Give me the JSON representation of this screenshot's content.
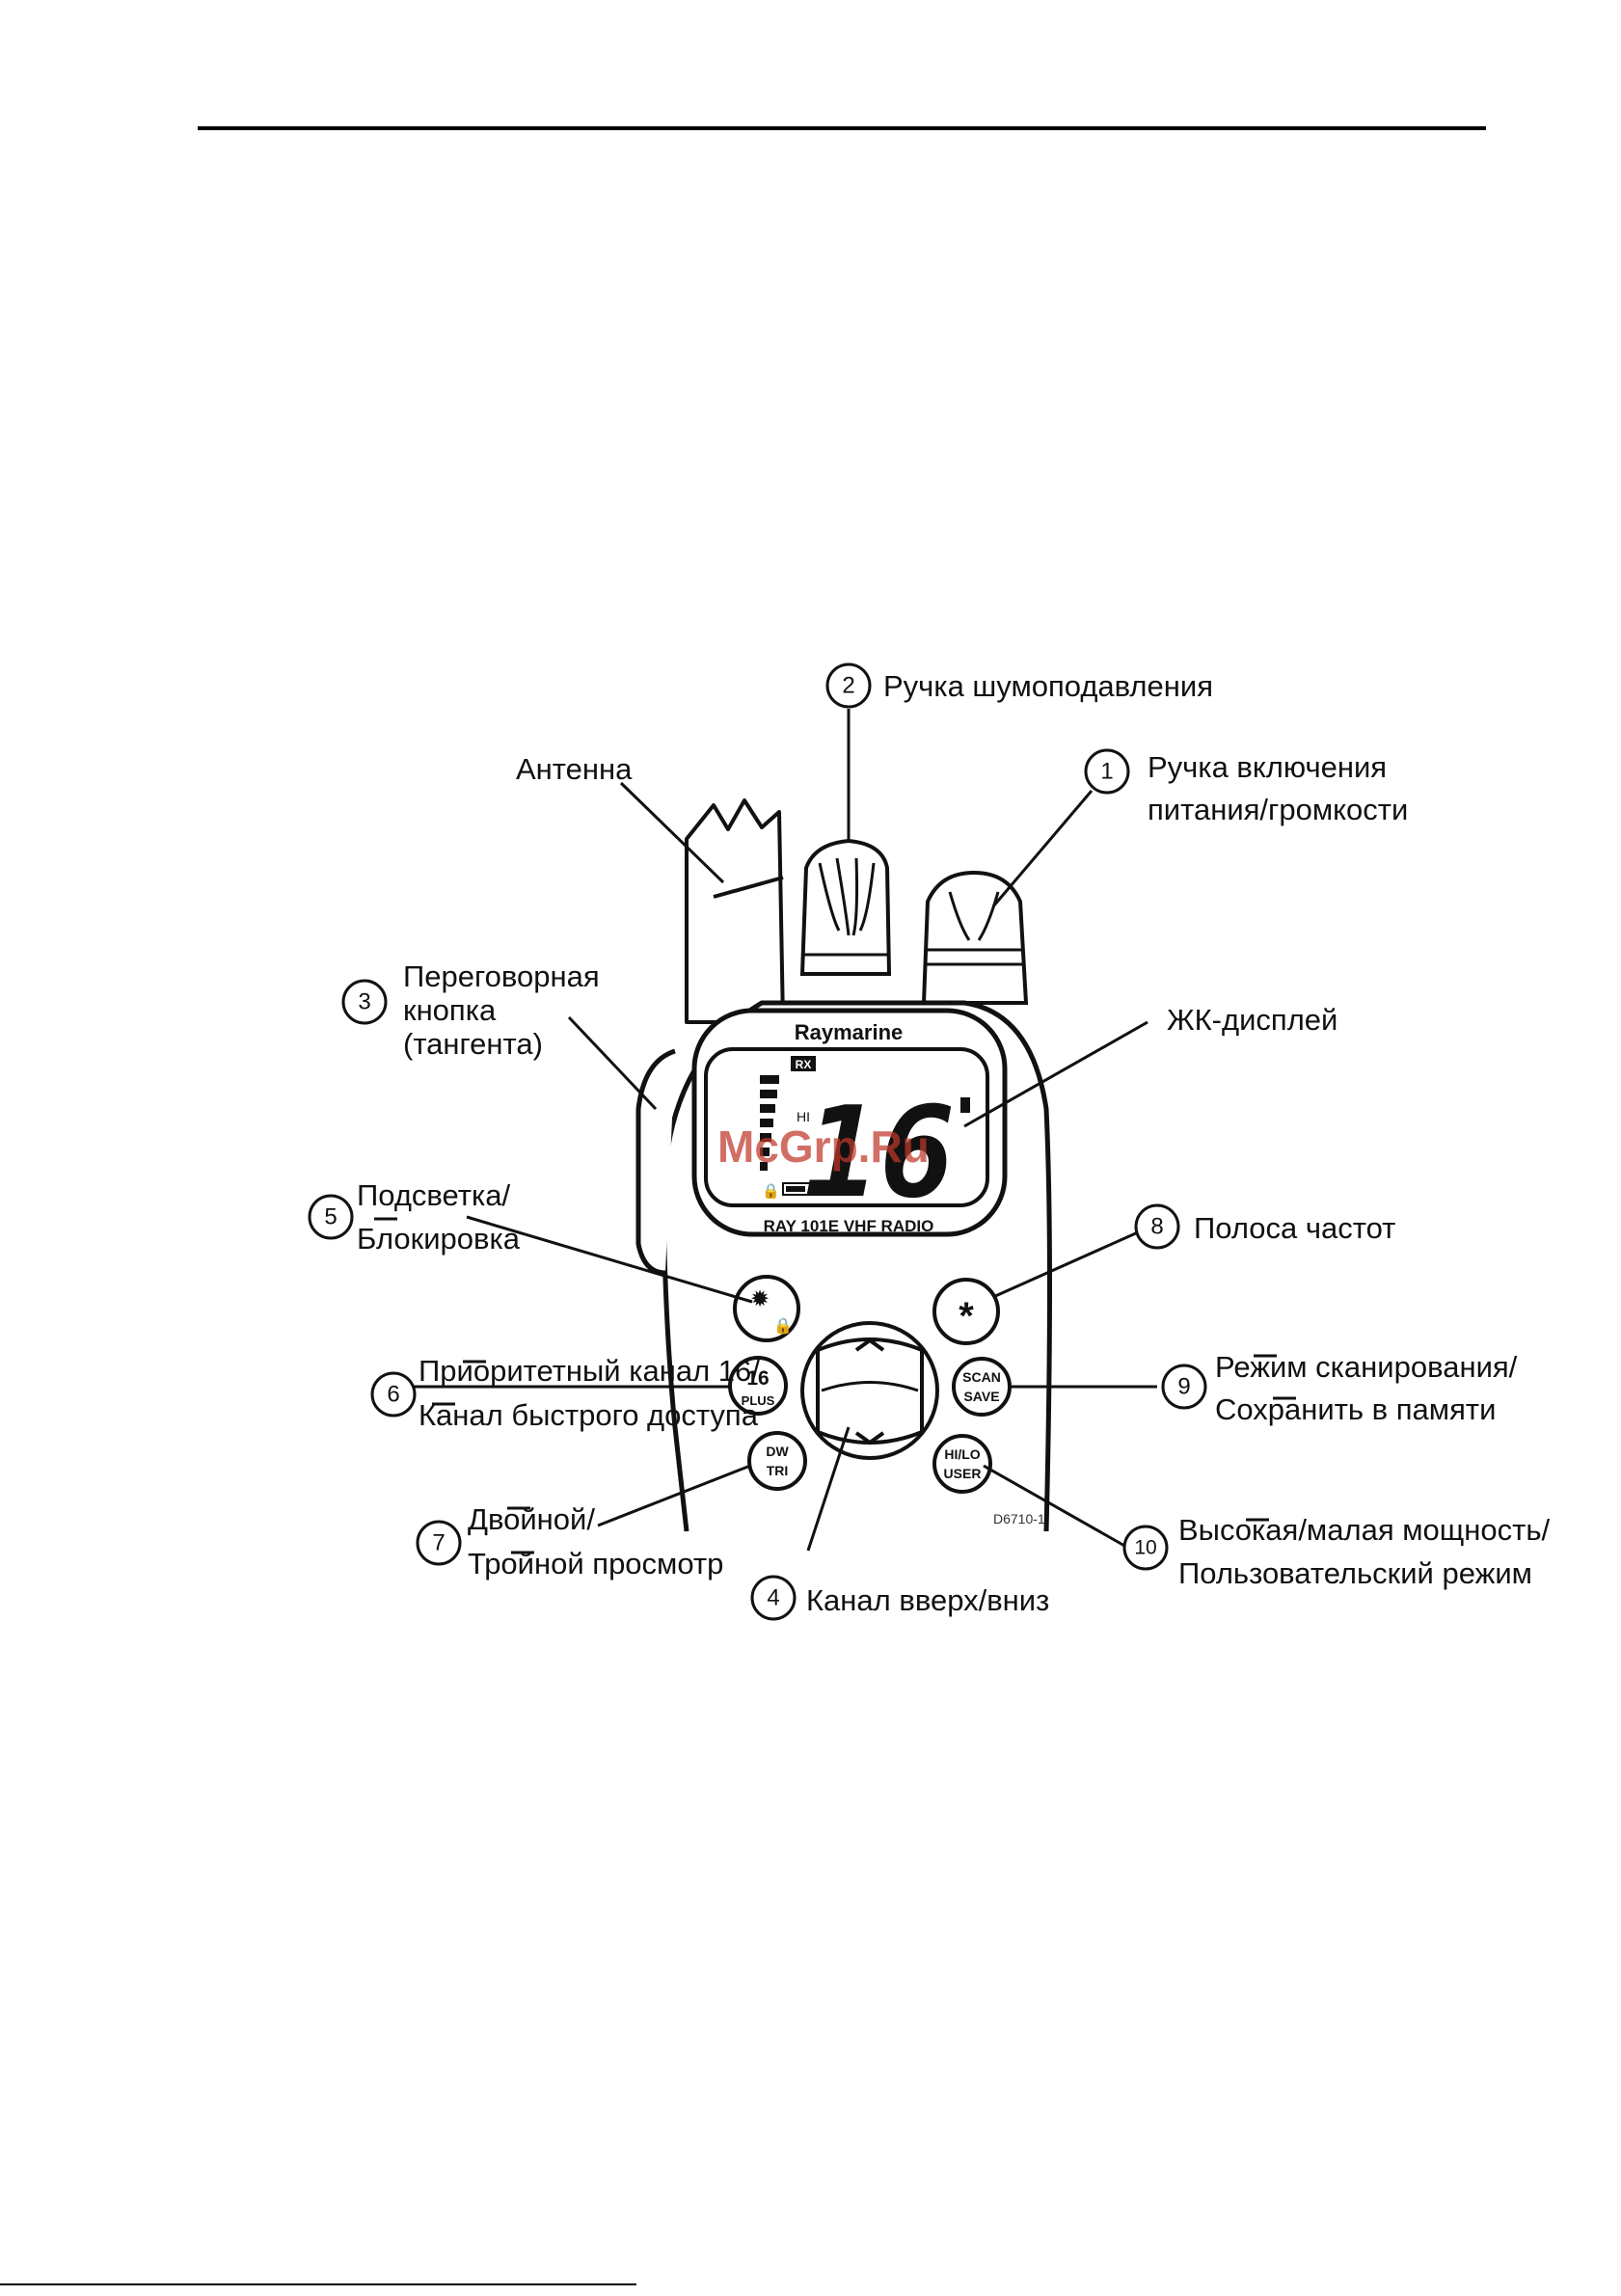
{
  "watermark": "McGrp.Ru",
  "diagram_id": "D6710-1",
  "device": {
    "brand": "Raymarine",
    "model_label": "RAY 101E VHF RADIO",
    "lcd": {
      "rx": "RX",
      "power": "HI",
      "channel": "16"
    },
    "buttons": {
      "light_lock": "",
      "band": "*",
      "ch16_line1": "16",
      "ch16_line2": "PLUS",
      "scan_line1": "SCAN",
      "scan_line2": "SAVE",
      "dw_line1": "DW",
      "dw_line2": "TRI",
      "hilo_line1": "HI/LO",
      "hilo_line2": "USER"
    }
  },
  "callouts": {
    "antenna": "Антенна",
    "c1": {
      "num": "1",
      "line1": "Ручка включения",
      "line2": "питания/громкости"
    },
    "c2": {
      "num": "2",
      "line1": "Ручка шумоподавления"
    },
    "c3": {
      "num": "3",
      "line1": "Переговорная",
      "line2": "кнопка",
      "line3": "(тангента)"
    },
    "lcd": "ЖК-дисплей",
    "c4": {
      "num": "4",
      "line1": "Канал вверх/вниз"
    },
    "c5": {
      "num": "5",
      "line1": "Подсветка/",
      "line2": "Блокировка"
    },
    "c6": {
      "num": "6",
      "line1": "Приоритетный канал 16/",
      "line2": "Канал быстрого доступа"
    },
    "c7": {
      "num": "7",
      "line1": "Двойной/",
      "line2": "Тройной просмотр"
    },
    "c8": {
      "num": "8",
      "line1": "Полоса частот"
    },
    "c9": {
      "num": "9",
      "line1": "Режим сканирования/",
      "line2": "Сохранить в памяти"
    },
    "c10": {
      "num": "10",
      "line1": "Высокая/малая мощность/",
      "line2": "Пользовательский режим"
    }
  }
}
